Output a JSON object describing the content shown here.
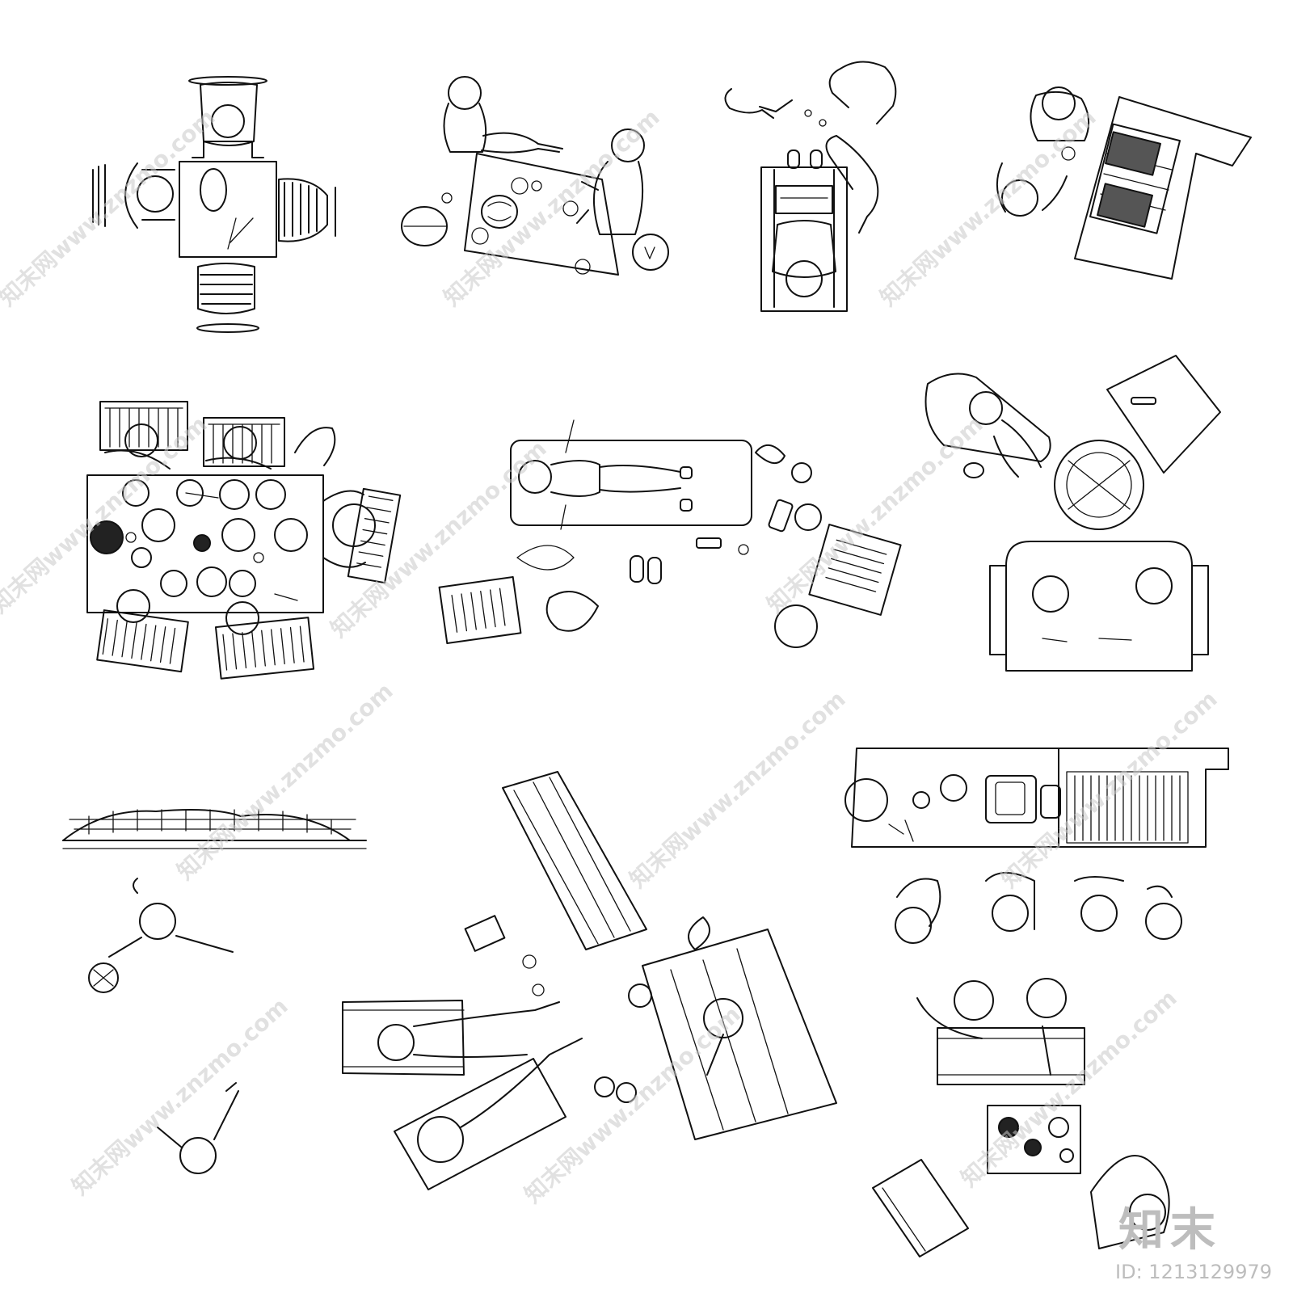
{
  "watermark": {
    "repeat_text": "知末网www.znzmo.com",
    "brand_logo": "知末",
    "id_label": "ID: 1213129979"
  },
  "vignettes": [
    {
      "id": "dining-four-chairs"
    },
    {
      "id": "picnic-blanket"
    },
    {
      "id": "laptop-chair-with-dogs"
    },
    {
      "id": "grill-counter"
    },
    {
      "id": "family-dinner-table"
    },
    {
      "id": "yoga-mat"
    },
    {
      "id": "sofa-round-table"
    },
    {
      "id": "soccer-goal-players"
    },
    {
      "id": "beach-loungers"
    },
    {
      "id": "kitchen-counter"
    },
    {
      "id": "bench-low-table"
    }
  ],
  "colors": {
    "line": "#111111",
    "watermark": "#c9c9c9",
    "background": "#ffffff"
  }
}
